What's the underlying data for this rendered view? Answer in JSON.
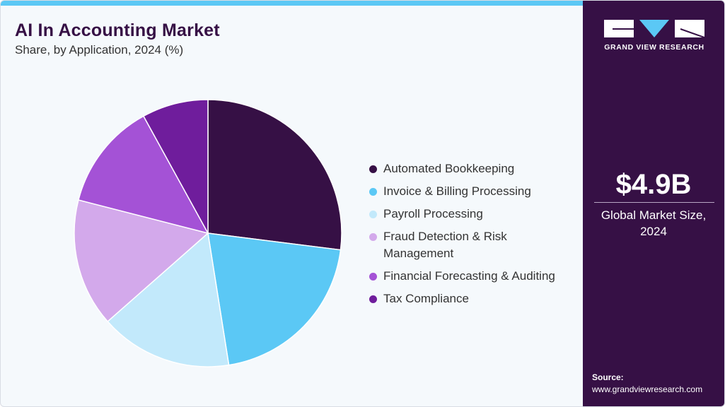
{
  "chart_data": {
    "type": "pie",
    "title": "AI In Accounting Market",
    "subtitle": "Share, by Application, 2024 (%)",
    "unit": "%",
    "slices": [
      {
        "label": "Automated Bookkeeping",
        "value": 27.0,
        "color": "#361045"
      },
      {
        "label": "Invoice & Billing Processing",
        "value": 20.5,
        "color": "#5bc8f5"
      },
      {
        "label": "Payroll Processing",
        "value": 16.0,
        "color": "#c2e9fb"
      },
      {
        "label": "Fraud Detection & Risk Management",
        "value": 15.5,
        "color": "#d3a9eb"
      },
      {
        "label": "Financial Forecasting & Auditing",
        "value": 13.0,
        "color": "#a452d6"
      },
      {
        "label": "Tax Compliance",
        "value": 8.0,
        "color": "#6f1d9c"
      }
    ],
    "legend_position": "right"
  },
  "sidebar": {
    "logo_text": "GRAND VIEW RESEARCH",
    "market_value": "$4.9B",
    "market_label": "Global Market Size, 2024",
    "source_label": "Source:",
    "source_url": "www.grandviewresearch.com"
  },
  "colors": {
    "brand_dark": "#361045",
    "accent": "#5bc8f5"
  }
}
